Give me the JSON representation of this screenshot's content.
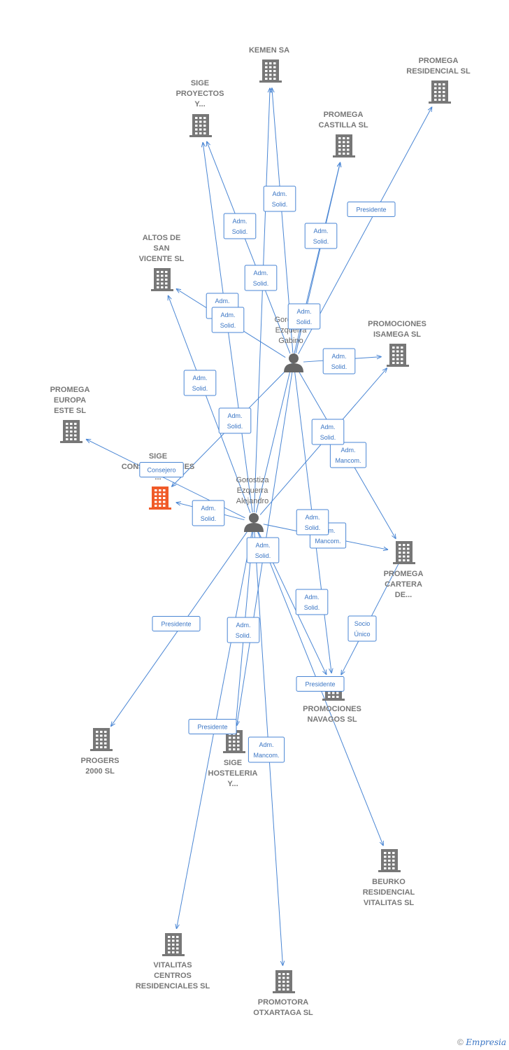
{
  "colors": {
    "edge": "#4a86d4",
    "company": "#777777",
    "highlight": "#f05a28",
    "person": "#666666"
  },
  "companies": [
    {
      "id": "kemen",
      "label": [
        "KEMEN SA"
      ]
    },
    {
      "id": "residencial",
      "label": [
        "PROMEGA",
        "RESIDENCIAL SL"
      ]
    },
    {
      "id": "sigeproy",
      "label": [
        "SIGE",
        "PROYECTOS",
        "Y..."
      ]
    },
    {
      "id": "castilla",
      "label": [
        "PROMEGA",
        "CASTILLA SL"
      ]
    },
    {
      "id": "altos",
      "label": [
        "ALTOS DE",
        "SAN",
        "VICENTE SL"
      ]
    },
    {
      "id": "isamega",
      "label": [
        "PROMOCIONES",
        "ISAMEGA SL"
      ]
    },
    {
      "id": "europa",
      "label": [
        "PROMEGA",
        "EUROPA",
        "ESTE SL"
      ]
    },
    {
      "id": "sigecons",
      "label": [
        "SIGE",
        "CONSTRUCCIONES",
        "..."
      ],
      "highlight": true
    },
    {
      "id": "cartera",
      "label": [
        "PROMEGA",
        "CARTERA",
        "DE..."
      ]
    },
    {
      "id": "navagos",
      "label": [
        "PROMOCIONES",
        "NAVAGOS SL"
      ]
    },
    {
      "id": "progers",
      "label": [
        "PROGERS",
        "2000 SL"
      ]
    },
    {
      "id": "sigehost",
      "label": [
        "SIGE",
        "HOSTELERIA",
        "Y..."
      ]
    },
    {
      "id": "beurko",
      "label": [
        "BEURKO",
        "RESIDENCIAL",
        "VITALITAS SL"
      ]
    },
    {
      "id": "vitalitas",
      "label": [
        "VITALITAS",
        "CENTROS",
        "RESIDENCIALES SL"
      ]
    },
    {
      "id": "otxartaga",
      "label": [
        "PROMOTORA",
        "OTXARTAGA SL"
      ]
    }
  ],
  "persons": [
    {
      "id": "gabino",
      "label": [
        "Gorostiza",
        "Ezquerra",
        "Gabino"
      ]
    },
    {
      "id": "alejandro",
      "label": [
        "Gorostiza",
        "Ezquerra",
        "Alejandro"
      ]
    }
  ],
  "edges": [
    {
      "from": "gabino",
      "to": "kemen",
      "label": [
        "Adm.",
        "Solid."
      ]
    },
    {
      "from": "gabino",
      "to": "residencial",
      "label": [
        "Presidente"
      ]
    },
    {
      "from": "gabino",
      "to": "sigeproy",
      "label": [
        "Adm.",
        "Solid."
      ]
    },
    {
      "from": "gabino",
      "to": "castilla",
      "label": [
        "Adm.",
        "Solid."
      ]
    },
    {
      "from": "gabino",
      "to": "altos",
      "label": [
        "Adm.",
        "Solid."
      ]
    },
    {
      "from": "gabino",
      "to": "isamega",
      "label": [
        "Adm.",
        "Solid."
      ]
    },
    {
      "from": "gabino",
      "to": "sigecons",
      "label": [
        "Adm.",
        "Solid."
      ]
    },
    {
      "from": "gabino",
      "to": "cartera",
      "label": [
        "Adm.",
        "Mancom."
      ]
    },
    {
      "from": "gabino",
      "to": "navagos",
      "label": [
        "Adm.",
        "Solid."
      ]
    },
    {
      "from": "gabino",
      "to": "sigehost",
      "label": [
        "Adm.",
        "Solid."
      ]
    },
    {
      "from": "alejandro",
      "to": "kemen",
      "label": [
        "Adm.",
        "Solid."
      ]
    },
    {
      "from": "alejandro",
      "to": "sigeproy",
      "label": [
        "Adm.",
        "Solid."
      ]
    },
    {
      "from": "alejandro",
      "to": "castilla",
      "label": [
        "Adm.",
        "Solid."
      ]
    },
    {
      "from": "alejandro",
      "to": "altos",
      "label": [
        "Adm.",
        "Solid."
      ]
    },
    {
      "from": "alejandro",
      "to": "isamega",
      "label": [
        "Adm.",
        "Solid."
      ]
    },
    {
      "from": "alejandro",
      "to": "europa",
      "label": [
        "Consejero"
      ]
    },
    {
      "from": "alejandro",
      "to": "sigecons",
      "label": [
        "Adm.",
        "Solid."
      ]
    },
    {
      "from": "alejandro",
      "to": "cartera",
      "label": [
        "Adm.",
        "Mancom."
      ]
    },
    {
      "from": "alejandro",
      "to": "navagos",
      "label": [
        "Adm.",
        "Solid."
      ]
    },
    {
      "from": "alejandro",
      "to": "progers",
      "label": [
        "Presidente"
      ]
    },
    {
      "from": "alejandro",
      "to": "sigehost",
      "label": [
        "Adm.",
        "Solid."
      ]
    },
    {
      "from": "alejandro",
      "to": "beurko",
      "label": [
        "Presidente"
      ]
    },
    {
      "from": "alejandro",
      "to": "vitalitas",
      "label": [
        "Presidente"
      ]
    },
    {
      "from": "alejandro",
      "to": "otxartaga",
      "label": [
        "Adm.",
        "Mancom."
      ]
    },
    {
      "from": "cartera",
      "to": "navagos",
      "label": [
        "Socio",
        "Único"
      ]
    }
  ],
  "footer": {
    "copyright": "©",
    "brand": "Empresia"
  }
}
